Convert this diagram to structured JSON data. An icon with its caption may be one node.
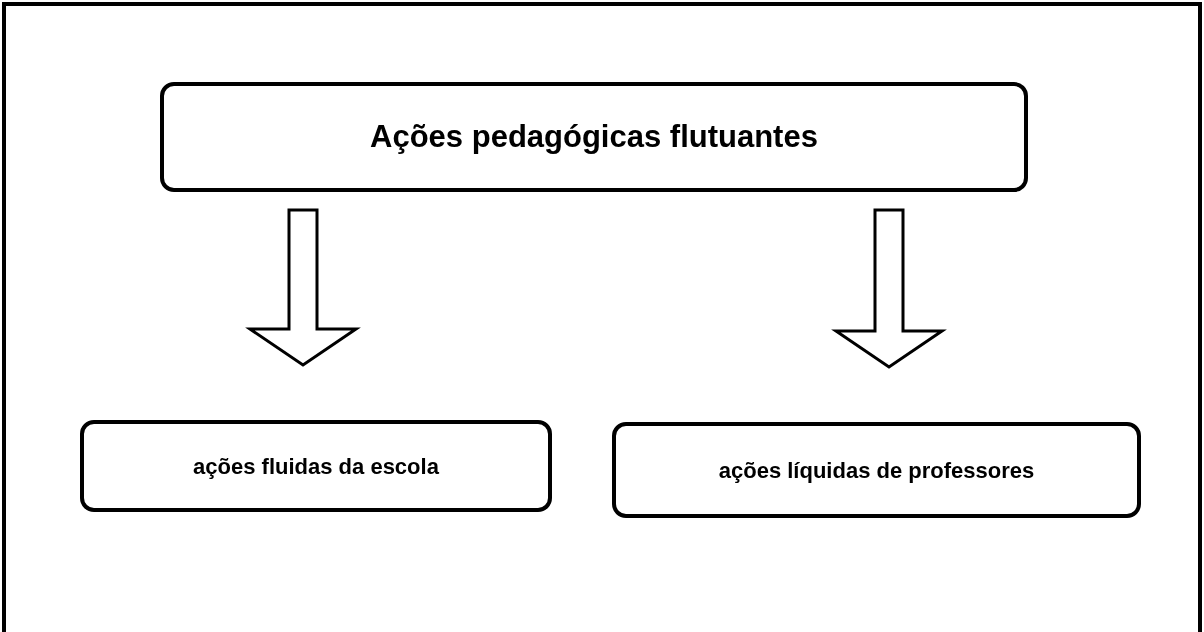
{
  "diagram": {
    "nodes": [
      {
        "text": [
          "Ações pedagógicas flutuantes"
        ]
      },
      {
        "text": [
          "ações fluidas da escola"
        ]
      },
      {
        "text": [
          "ações líquidas de professores"
        ]
      }
    ],
    "edges": [
      {
        "from": 0,
        "to": 1,
        "arrow": "to"
      },
      {
        "from": 0,
        "to": 2,
        "arrow": "to"
      }
    ]
  }
}
